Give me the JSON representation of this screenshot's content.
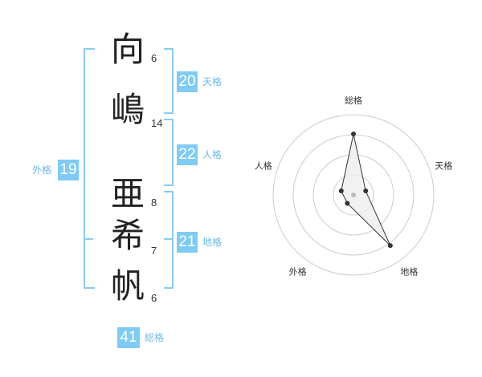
{
  "characters": [
    {
      "char": "向",
      "strokes": "6"
    },
    {
      "char": "嶋",
      "strokes": "14"
    },
    {
      "char": "亜",
      "strokes": "8"
    },
    {
      "char": "希",
      "strokes": "7"
    },
    {
      "char": "帆",
      "strokes": "6"
    }
  ],
  "kakusu": {
    "tenkaku": {
      "label": "天格",
      "value": "20"
    },
    "jinkaku": {
      "label": "人格",
      "value": "22"
    },
    "chikaku": {
      "label": "地格",
      "value": "21"
    },
    "gaikaku": {
      "label": "外格",
      "value": "19"
    },
    "soukaku": {
      "label": "総格",
      "value": "41"
    }
  },
  "radar": {
    "axes": [
      "総格",
      "天格",
      "地格",
      "外格",
      "人格"
    ],
    "values": [
      0.76,
      0.16,
      0.78,
      0.13,
      0.16
    ],
    "colors": {
      "ring": "#cccccc",
      "fill": "#eeeeee",
      "line": "#333333",
      "point": "#333333",
      "center": "#bbbbbb"
    }
  }
}
